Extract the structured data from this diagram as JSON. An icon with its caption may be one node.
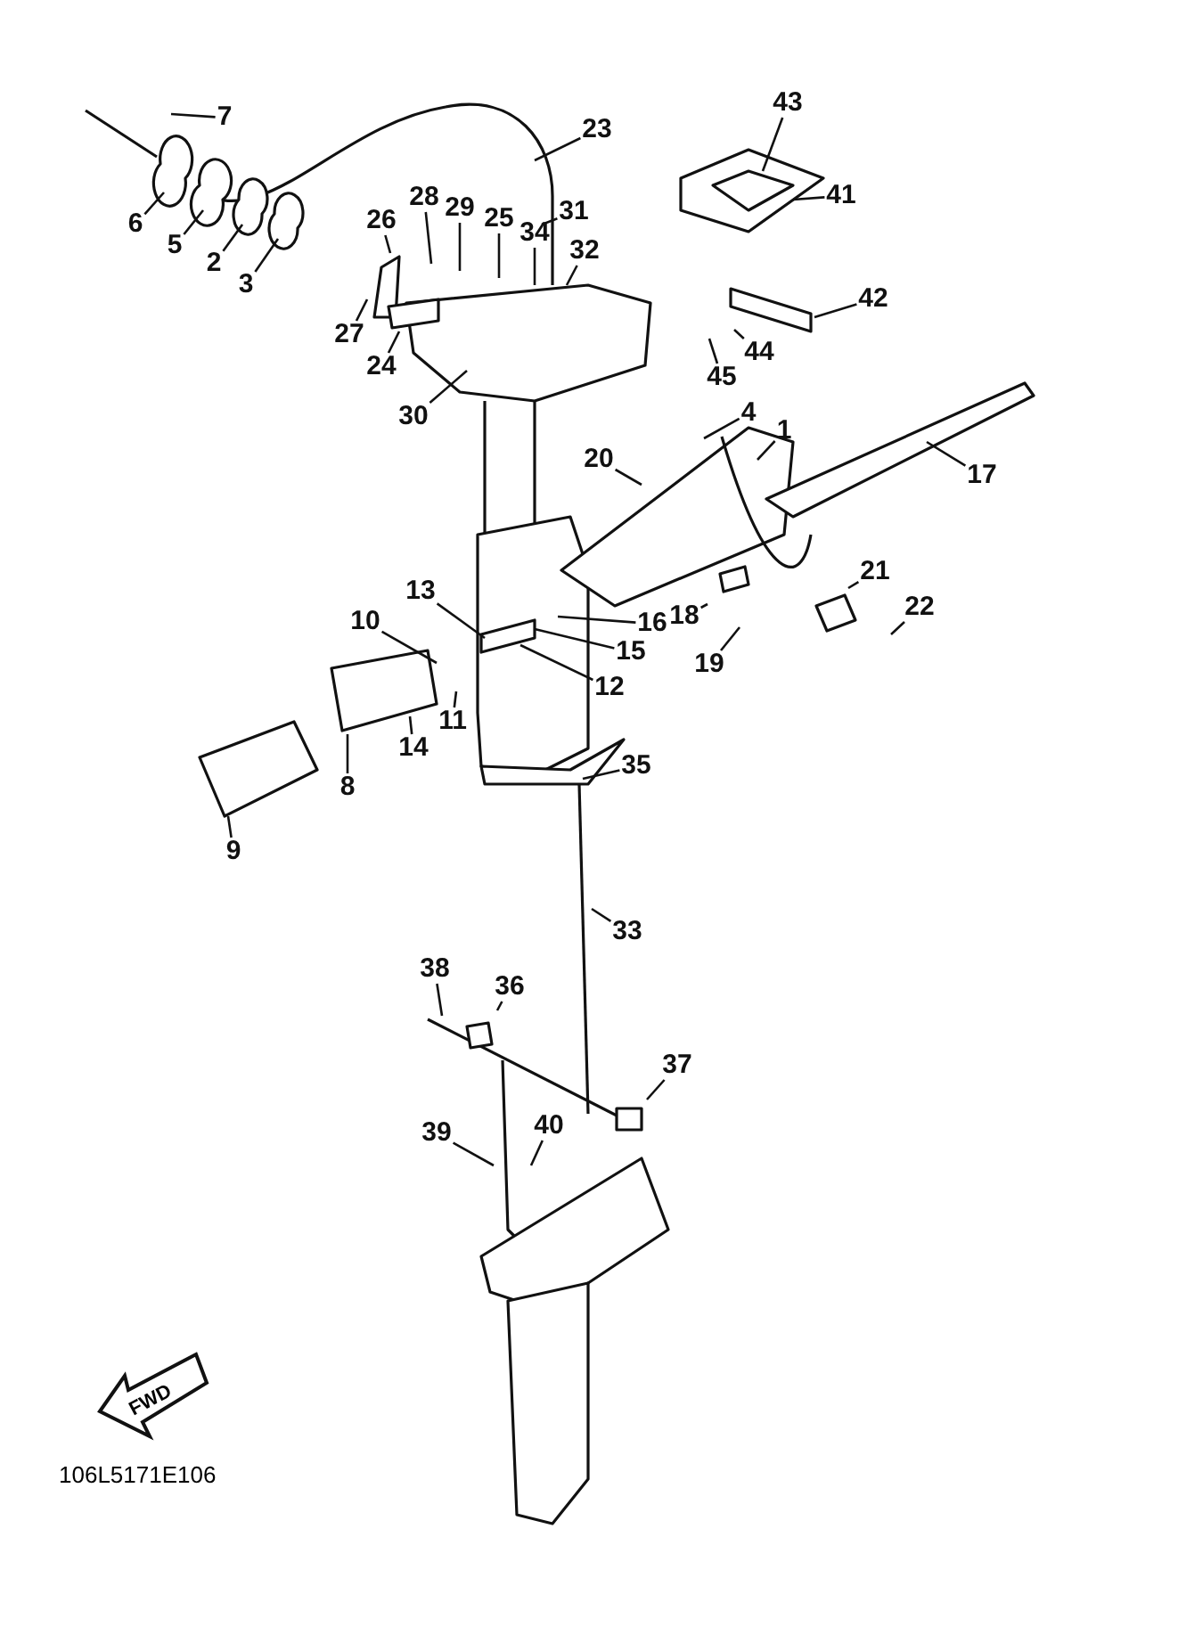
{
  "diagram": {
    "nodes": [
      {
        "text": [
          "7"
        ]
      },
      {
        "text": [
          "6"
        ]
      },
      {
        "text": [
          "5"
        ]
      },
      {
        "text": [
          "2"
        ]
      },
      {
        "text": [
          "3"
        ]
      },
      {
        "text": [
          "23"
        ]
      },
      {
        "text": [
          "43"
        ]
      },
      {
        "text": [
          "41"
        ]
      },
      {
        "text": [
          "42"
        ]
      },
      {
        "text": [
          "26"
        ]
      },
      {
        "text": [
          "28"
        ]
      },
      {
        "text": [
          "29"
        ]
      },
      {
        "text": [
          "25"
        ]
      },
      {
        "text": [
          "34"
        ]
      },
      {
        "text": [
          "31"
        ]
      },
      {
        "text": [
          "32"
        ]
      },
      {
        "text": [
          "27"
        ]
      },
      {
        "text": [
          "24"
        ]
      },
      {
        "text": [
          "30"
        ]
      },
      {
        "text": [
          "45"
        ]
      },
      {
        "text": [
          "44"
        ]
      },
      {
        "text": [
          "4"
        ]
      },
      {
        "text": [
          "1"
        ]
      },
      {
        "text": [
          "17"
        ]
      },
      {
        "text": [
          "20"
        ]
      },
      {
        "text": [
          "21"
        ]
      },
      {
        "text": [
          "22"
        ]
      },
      {
        "text": [
          "18"
        ]
      },
      {
        "text": [
          "19"
        ]
      },
      {
        "text": [
          "13"
        ]
      },
      {
        "text": [
          "10"
        ]
      },
      {
        "text": [
          "16"
        ]
      },
      {
        "text": [
          "15"
        ]
      },
      {
        "text": [
          "12"
        ]
      },
      {
        "text": [
          "11"
        ]
      },
      {
        "text": [
          "14"
        ]
      },
      {
        "text": [
          "8"
        ]
      },
      {
        "text": [
          "9"
        ]
      },
      {
        "text": [
          "35"
        ]
      },
      {
        "text": [
          "33"
        ]
      },
      {
        "text": [
          "38"
        ]
      },
      {
        "text": [
          "36"
        ]
      },
      {
        "text": [
          "37"
        ]
      },
      {
        "text": [
          "39"
        ]
      },
      {
        "text": [
          "40"
        ]
      }
    ],
    "edges": [
      {
        "from": 0,
        "to": null,
        "arrow": "none"
      },
      {
        "from": 1,
        "to": null,
        "arrow": "none"
      },
      {
        "from": 2,
        "to": null,
        "arrow": "none"
      },
      {
        "from": 3,
        "to": null,
        "arrow": "none"
      },
      {
        "from": 4,
        "to": null,
        "arrow": "none"
      },
      {
        "from": 5,
        "to": null,
        "arrow": "none"
      },
      {
        "from": 6,
        "to": null,
        "arrow": "none"
      },
      {
        "from": 7,
        "to": null,
        "arrow": "none"
      },
      {
        "from": 8,
        "to": null,
        "arrow": "none"
      },
      {
        "from": 9,
        "to": null,
        "arrow": "none"
      },
      {
        "from": 10,
        "to": null,
        "arrow": "none"
      },
      {
        "from": 11,
        "to": null,
        "arrow": "none"
      },
      {
        "from": 12,
        "to": null,
        "arrow": "none"
      },
      {
        "from": 13,
        "to": null,
        "arrow": "none"
      },
      {
        "from": 14,
        "to": null,
        "arrow": "none"
      },
      {
        "from": 15,
        "to": null,
        "arrow": "none"
      },
      {
        "from": 16,
        "to": null,
        "arrow": "none"
      },
      {
        "from": 17,
        "to": null,
        "arrow": "none"
      },
      {
        "from": 18,
        "to": null,
        "arrow": "none"
      },
      {
        "from": 19,
        "to": null,
        "arrow": "none"
      },
      {
        "from": 20,
        "to": null,
        "arrow": "none"
      },
      {
        "from": 21,
        "to": null,
        "arrow": "none"
      },
      {
        "from": 22,
        "to": null,
        "arrow": "none"
      },
      {
        "from": 23,
        "to": null,
        "arrow": "none"
      },
      {
        "from": 24,
        "to": null,
        "arrow": "none"
      },
      {
        "from": 25,
        "to": null,
        "arrow": "none"
      },
      {
        "from": 26,
        "to": null,
        "arrow": "none"
      },
      {
        "from": 27,
        "to": null,
        "arrow": "none"
      },
      {
        "from": 28,
        "to": null,
        "arrow": "none"
      },
      {
        "from": 29,
        "to": null,
        "arrow": "none"
      },
      {
        "from": 30,
        "to": null,
        "arrow": "none"
      },
      {
        "from": 31,
        "to": null,
        "arrow": "none"
      },
      {
        "from": 32,
        "to": null,
        "arrow": "none"
      },
      {
        "from": 33,
        "to": null,
        "arrow": "none"
      },
      {
        "from": 34,
        "to": null,
        "arrow": "none"
      },
      {
        "from": 35,
        "to": null,
        "arrow": "none"
      },
      {
        "from": 36,
        "to": null,
        "arrow": "none"
      },
      {
        "from": 37,
        "to": null,
        "arrow": "none"
      },
      {
        "from": 38,
        "to": null,
        "arrow": "none"
      },
      {
        "from": 39,
        "to": null,
        "arrow": "none"
      },
      {
        "from": 40,
        "to": null,
        "arrow": "none"
      },
      {
        "from": 41,
        "to": null,
        "arrow": "none"
      },
      {
        "from": 42,
        "to": null,
        "arrow": "none"
      },
      {
        "from": 43,
        "to": null,
        "arrow": "none"
      },
      {
        "from": 44,
        "to": null,
        "arrow": "none"
      }
    ],
    "labels": [
      "FWD",
      "106L5171E106"
    ]
  }
}
